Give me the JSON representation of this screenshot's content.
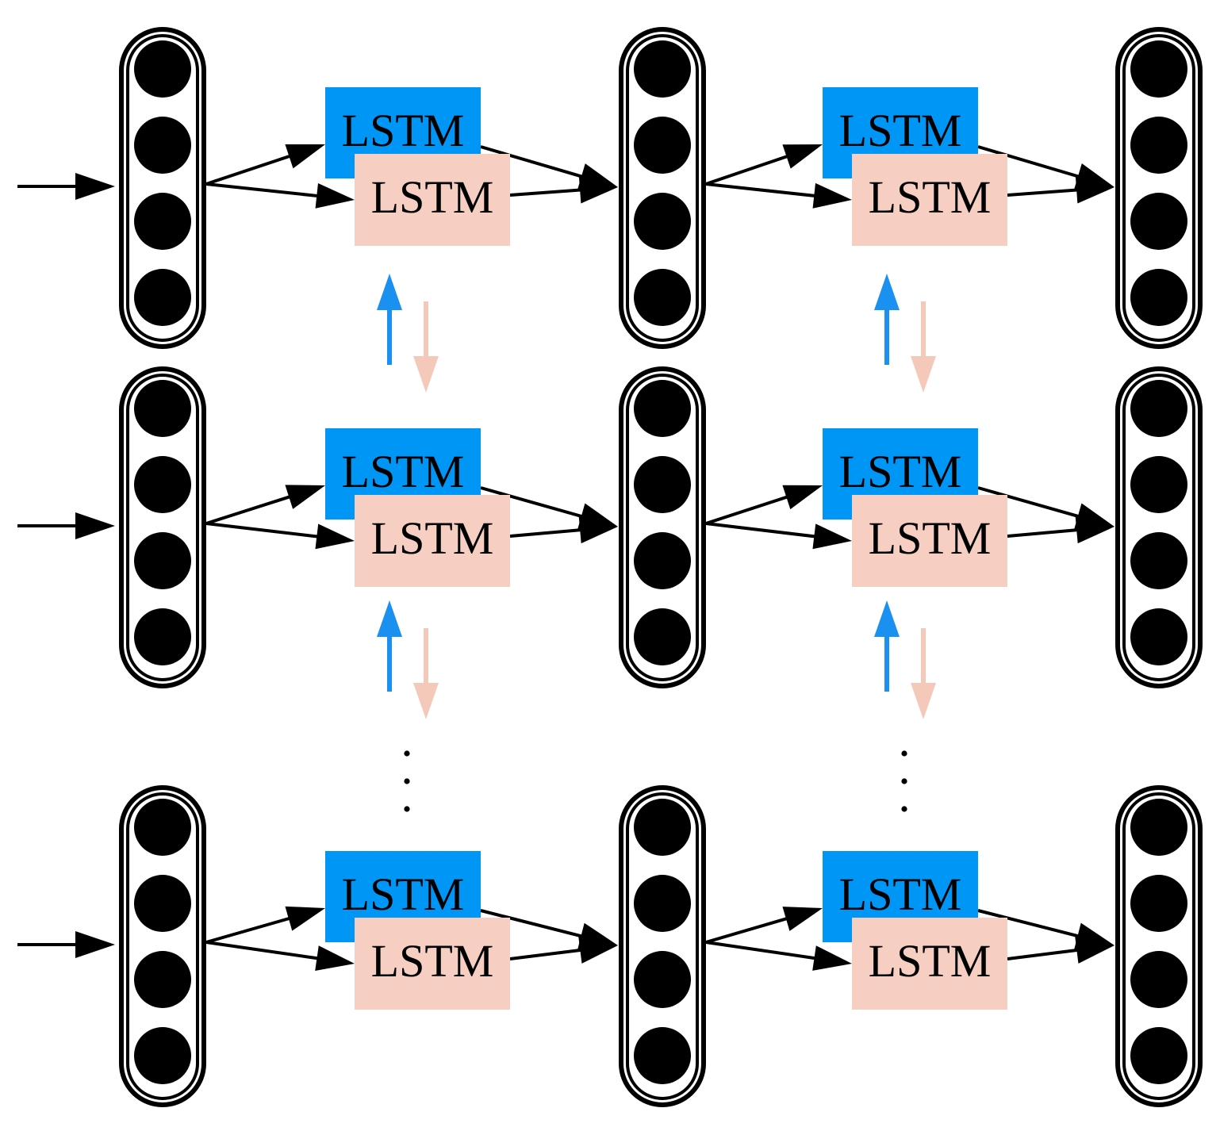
{
  "diagram": {
    "type": "stacked-bidirectional-lstm",
    "rows": 3,
    "vector_columns": 3,
    "lstm_columns": 2,
    "units_per_vector": 4,
    "forward_label": "LSTM",
    "backward_label": "LSTM",
    "ellipsis": "⋮"
  },
  "colors": {
    "forward_lstm": "#0096f5",
    "backward_lstm": "#f7cfc2",
    "up_arrow": "#1a90f0",
    "down_arrow": "#f5c9ba",
    "node": "#000000",
    "edge": "#000000"
  }
}
